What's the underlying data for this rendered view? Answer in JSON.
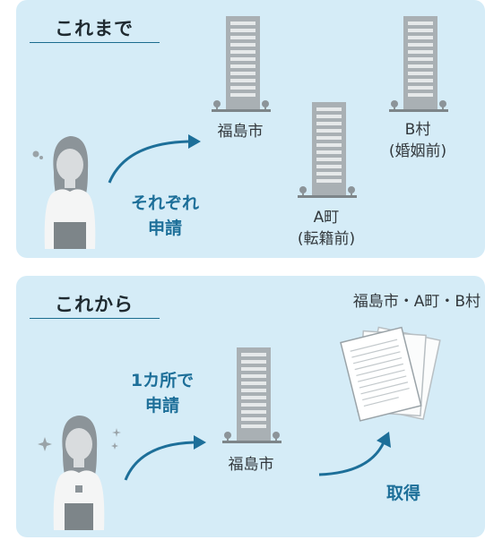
{
  "before": {
    "heading": "これまで",
    "arrow_label_line1": "それぞれ",
    "arrow_label_line2": "申請",
    "building_fukushima": "福島市",
    "building_a_line1": "A町",
    "building_a_line2": "(転籍前)",
    "building_b_line1": "B村",
    "building_b_line2": "(婚姻前)"
  },
  "after": {
    "heading": "これから",
    "top_right": "福島市・A町・B村",
    "arrow_label_line1": "1カ所で",
    "arrow_label_line2": "申請",
    "building_fukushima": "福島市",
    "obtain_label": "取得"
  },
  "colors": {
    "panel_bg": "#d5ecf7",
    "accent_blue": "#1d6f99",
    "building_gray": "#a9b0b4"
  }
}
